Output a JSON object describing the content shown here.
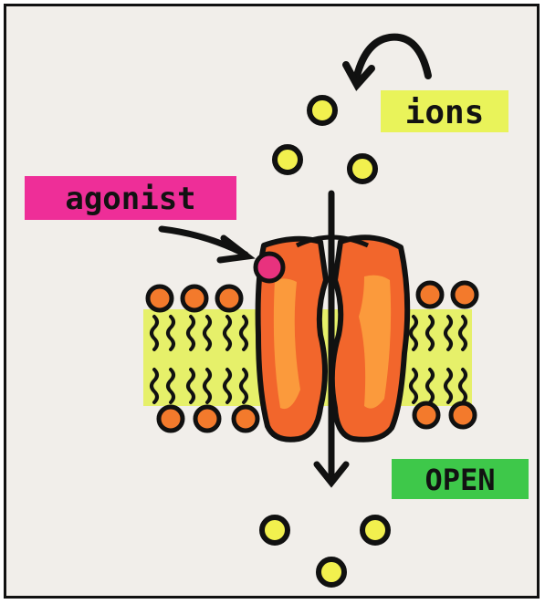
{
  "labels": {
    "ions": "ions",
    "agonist": "agonist",
    "open": "OPEN"
  },
  "colors": {
    "paper": "#f1eeea",
    "ions_highlight": "#e9f35a",
    "agonist_highlight": "#ee2e98",
    "open_highlight": "#3ec84a",
    "ion_fill": "#f2f04e",
    "membrane": "#e6f06a",
    "lipid_head": "#f37a2c",
    "channel": "#f2662c",
    "channel_shade": "#fb9a3c",
    "agonist_fill": "#e8327e",
    "ink": "#111111"
  }
}
